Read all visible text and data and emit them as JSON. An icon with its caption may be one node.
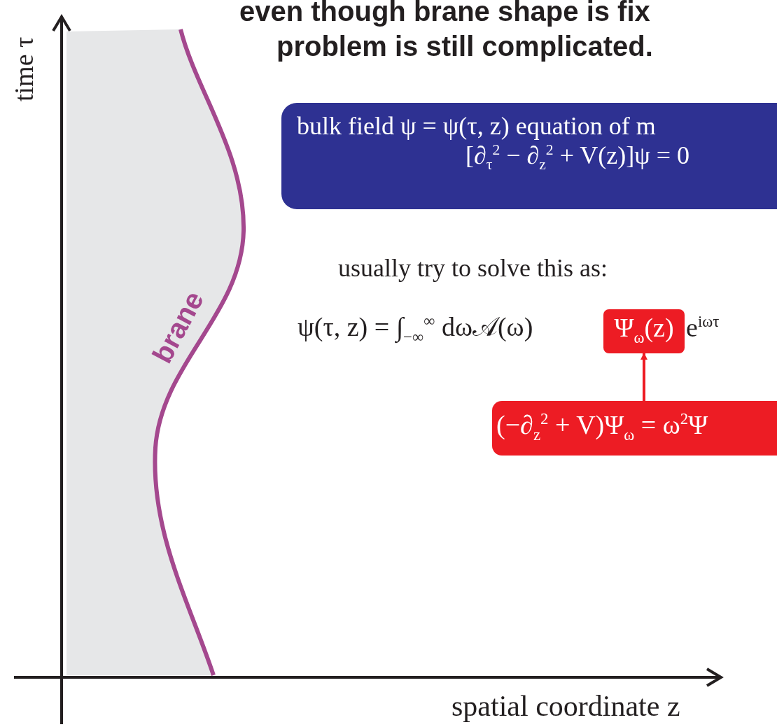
{
  "diagram": {
    "nodes": [
      {
        "text": [
          "bulk field ψ = ψ(τ, z) equation of m",
          "[∂$_{τ}$$^{2}$ − ∂$_{z}$$^{2}$ + V(z)]ψ = 0"
        ]
      },
      {
        "text": [
          "Ψ$_{ω}$(z)"
        ]
      },
      {
        "text": [
          "(−∂$_{z}$$^{2}$ + V)Ψ$_{ω}$ = ω$^{2}$Ψ"
        ]
      }
    ],
    "edges": [
      {
        "from": 2,
        "to": 1,
        "arrow": "to"
      }
    ],
    "labels": [
      "time τ",
      "even though brane shape is fix",
      "problem is still complicated.",
      "usually try to solve this as:",
      "ψ(τ, z) = ∫$_{−∞}$$^{∞}$ dω𝒜(ω)",
      "brane",
      "e$^{iωτ}$",
      "spatial coordinate z"
    ]
  }
}
